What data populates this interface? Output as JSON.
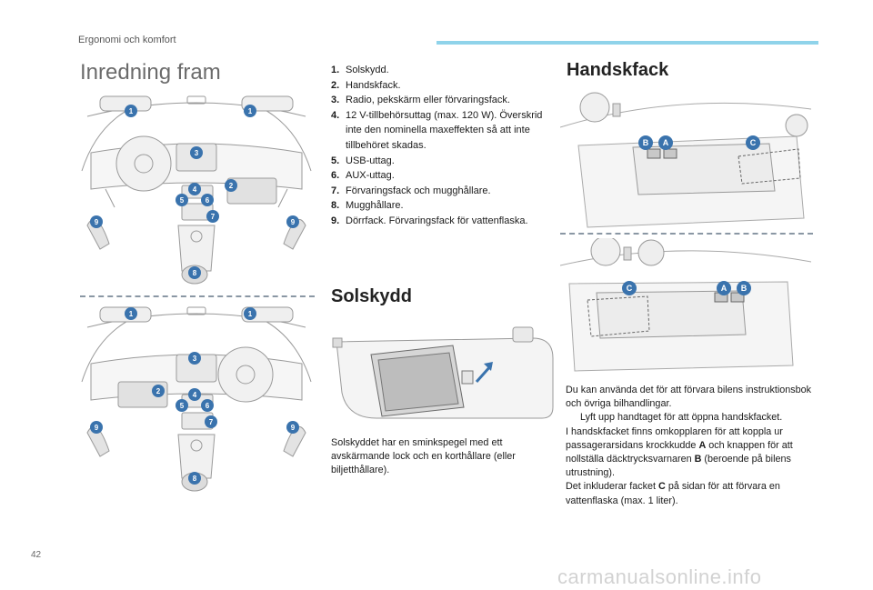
{
  "header": {
    "section": "Ergonomi och komfort",
    "accent_color": "#8fd3ea"
  },
  "page_title": "Inredning fram",
  "callout_color": "#3a73ad",
  "figure_top": {
    "callouts": [
      "1",
      "1",
      "3",
      "2",
      "4",
      "5",
      "6",
      "7",
      "9",
      "9",
      "8"
    ]
  },
  "figure_bottom": {
    "callouts": [
      "1",
      "1",
      "3",
      "2",
      "4",
      "5",
      "6",
      "7",
      "9",
      "9",
      "8"
    ]
  },
  "legend": [
    {
      "num": "1.",
      "text": "Solskydd."
    },
    {
      "num": "2.",
      "text": "Handskfack."
    },
    {
      "num": "3.",
      "text": "Radio, pekskärm eller förvaringsfack."
    },
    {
      "num": "4.",
      "text": "12 V-tillbehörsuttag (max. 120 W). Överskrid inte den nominella maxeffekten så att inte tillbehöret skadas."
    },
    {
      "num": "5.",
      "text": "USB-uttag."
    },
    {
      "num": "6.",
      "text": "AUX-uttag."
    },
    {
      "num": "7.",
      "text": "Förvaringsfack och mugghållare."
    },
    {
      "num": "8.",
      "text": "Mugghållare."
    },
    {
      "num": "9.",
      "text": "Dörrfack. Förvaringsfack för vattenflaska."
    }
  ],
  "solskydd": {
    "heading": "Solskydd",
    "body": "Solskyddet har en sminkspegel med ett avskärmande lock och en korthållare (eller biljetthållare)."
  },
  "handskfack": {
    "heading": "Handskfack",
    "fig1_callouts": [
      "B",
      "A",
      "C"
    ],
    "fig2_callouts": [
      "C",
      "A",
      "B"
    ],
    "intro": "Du kan använda det för att förvara bilens instruktionsbok och övriga bilhandlingar.",
    "bullet_marker": "",
    "bullet": "Lyft upp handtaget för att öppna handskfacket.",
    "body1_pre": "I handskfacket finns omkopplaren för att koppla ur passagerarsidans krockkudde ",
    "body1_a": "A",
    "body1_mid": " och knappen för att nollställa däcktrycksvarnaren ",
    "body1_b": "B",
    "body1_post": " (beroende på bilens utrustning).",
    "body2_pre": "Det inkluderar facket ",
    "body2_c": "C",
    "body2_post": " på sidan för att förvara en vattenflaska (max. 1 liter)."
  },
  "page_number": "42",
  "watermark": "carmanualsonline.info"
}
